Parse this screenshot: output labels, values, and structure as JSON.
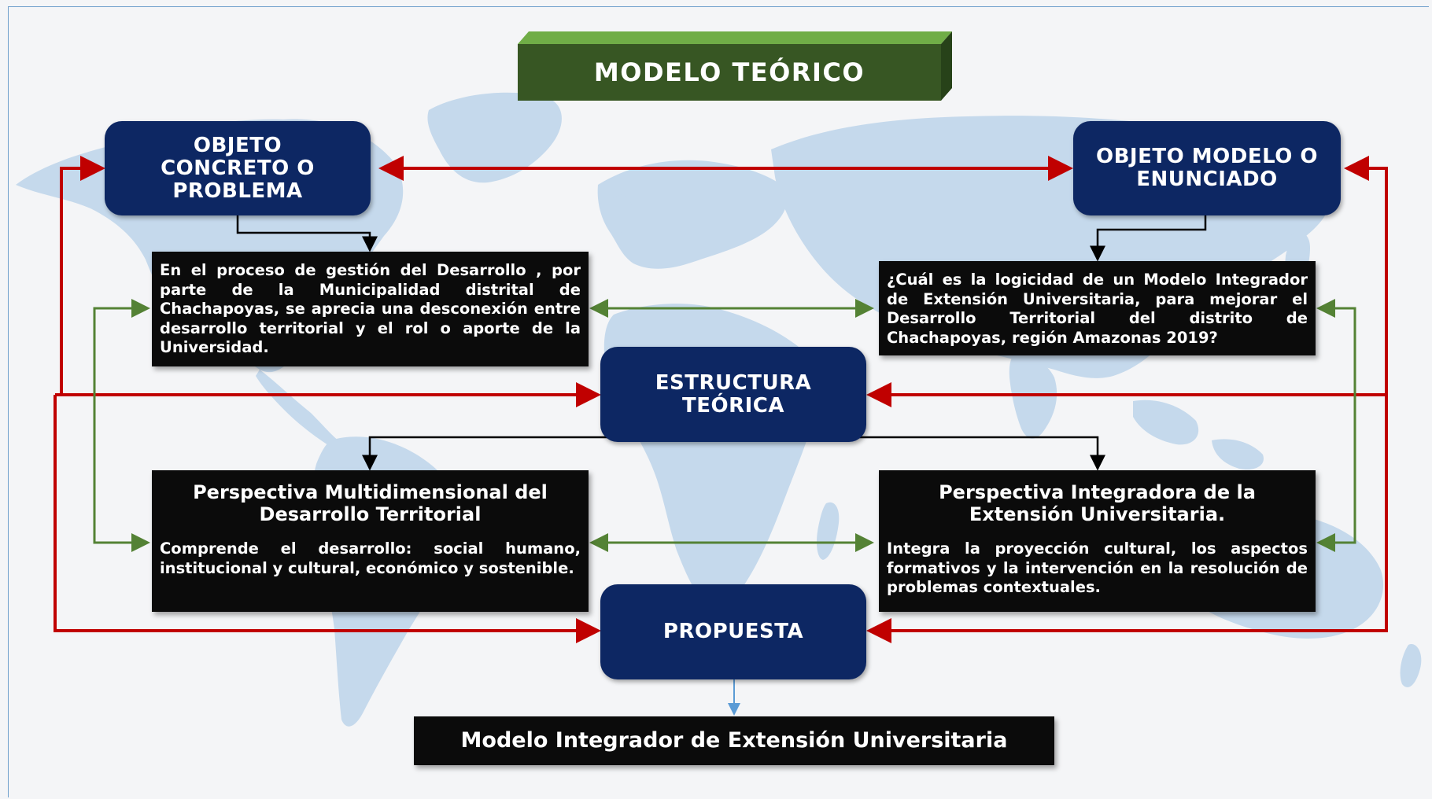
{
  "title": "MODELO TEÓRICO",
  "colors": {
    "title_green": "#375623",
    "node_blue": "#0d2763",
    "box_black": "#0b0b0b",
    "arrow_red": "#c00000",
    "arrow_green": "#548235",
    "arrow_black": "#000000",
    "arrow_blue": "#5b9bd5",
    "map_blue": "#c5d9ec"
  },
  "nodes": {
    "objeto_concreto": "OBJETO CONCRETO O PROBLEMA",
    "objeto_modelo": "OBJETO MODELO O ENUNCIADO",
    "estructura": "ESTRUCTURA TEÓRICA",
    "propuesta": "PROPUESTA"
  },
  "boxes": {
    "problema": "En el proceso de gestión del Desarrollo , por parte de la Municipalidad distrital de Chachapoyas, se aprecia una desconexión entre desarrollo territorial y el rol o aporte de la Universidad.",
    "pregunta": "¿Cuál es la logicidad de un Modelo Integrador de Extensión Universitaria, para mejorar el Desarrollo Territorial del distrito de Chachapoyas, región Amazonas 2019?",
    "perspectiva_multi": {
      "heading": "Perspectiva Multidimensional del Desarrollo Territorial",
      "body": "Comprende el desarrollo: social humano, institucional y cultural, económico y sostenible."
    },
    "perspectiva_integradora": {
      "heading": "Perspectiva Integradora de la Extensión Universitaria.",
      "body": "Integra la proyección cultural, los aspectos formativos y la intervención en la resolución de problemas contextuales."
    },
    "modelo_final": "Modelo Integrador de Extensión Universitaria"
  }
}
